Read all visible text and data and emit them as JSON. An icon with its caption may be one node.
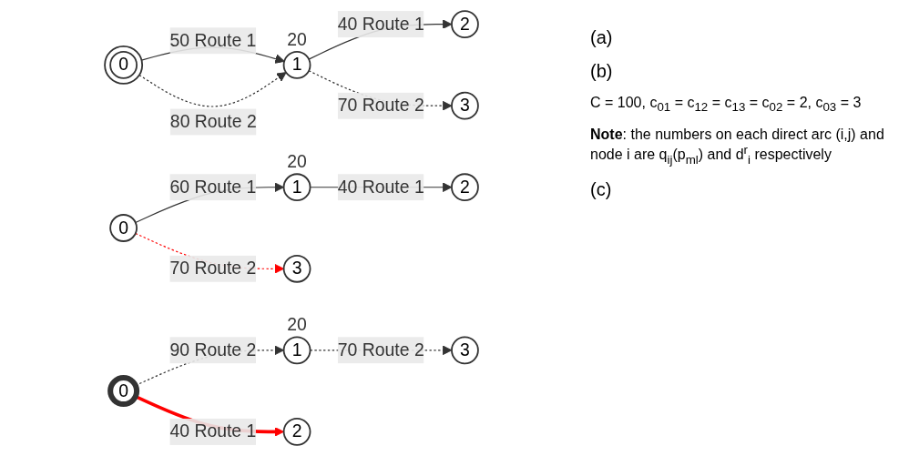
{
  "diagram": {
    "nodes": [
      {
        "text": [
          "0"
        ]
      },
      {
        "text": [
          "1"
        ],
        "beside": [
          "20"
        ]
      },
      {
        "text": [
          "2"
        ]
      },
      {
        "text": [
          "3"
        ]
      },
      {
        "text": [
          "0"
        ]
      },
      {
        "text": [
          "1"
        ],
        "beside": [
          "20"
        ]
      },
      {
        "text": [
          "2"
        ]
      },
      {
        "text": [
          "3"
        ]
      },
      {
        "text": [
          "0"
        ]
      },
      {
        "text": [
          "1"
        ],
        "beside": [
          "20"
        ]
      },
      {
        "text": [
          "2"
        ]
      },
      {
        "text": [
          "3"
        ]
      }
    ],
    "edges": [
      {
        "from": 0,
        "to": 1,
        "arrow": "to",
        "label": "50 Route 1"
      },
      {
        "from": 0,
        "to": 1,
        "arrow": "to",
        "label": "80 Route 2",
        "style": "dashed"
      },
      {
        "from": 1,
        "to": 2,
        "arrow": "to",
        "label": "40 Route 1"
      },
      {
        "from": 1,
        "to": 3,
        "arrow": "to",
        "label": "70 Route 2",
        "style": "dashed"
      },
      {
        "from": 4,
        "to": 5,
        "arrow": "to",
        "label": "60 Route 1"
      },
      {
        "from": 5,
        "to": 6,
        "arrow": "to",
        "label": "40 Route 1"
      },
      {
        "from": 4,
        "to": 7,
        "arrow": "to",
        "label": "70 Route 2",
        "style": "dashed",
        "color": "#ff0000"
      },
      {
        "from": 8,
        "to": 9,
        "arrow": "to",
        "label": "90 Route 2",
        "style": "dashed"
      },
      {
        "from": 8,
        "to": 10,
        "arrow": "to",
        "label": "40 Route 1",
        "style": "thick",
        "color": "#ff0000"
      },
      {
        "from": 9,
        "to": 11,
        "arrow": "to",
        "label": "70 Route 2",
        "style": "dashed"
      }
    ],
    "labels": [
      "(a)",
      "(b)",
      "C = 100, c$_{01}$ = c$_{12}$ = c$_{13}$ = c$_{02}$ = 2, c$_{03}$ = 3",
      "**Note**: the numbers on each direct arc (i,j) and node i are q$_{ij}$(p$_{ml}$) and d$^{r}$$_{i}$ respectively",
      "(c)"
    ]
  }
}
